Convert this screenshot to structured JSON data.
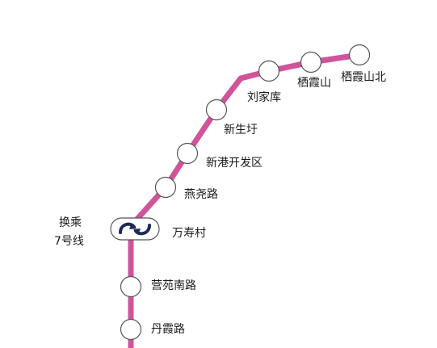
{
  "line": {
    "color": "#d0549a"
  },
  "transfer": {
    "line1": "换乘",
    "line2": "7号线",
    "icon": "transfer-arrows-icon",
    "icon_color": "#1c2a57"
  },
  "stations": [
    {
      "id": "qixiashanbei",
      "name": "栖霞山北"
    },
    {
      "id": "qixiashan",
      "name": "栖霞山"
    },
    {
      "id": "liujiaku",
      "name": "刘家库"
    },
    {
      "id": "xinshengyu",
      "name": "新生圩"
    },
    {
      "id": "xingangkaifaqu",
      "name": "新港开发区"
    },
    {
      "id": "yanyaolu",
      "name": "燕尧路"
    },
    {
      "id": "wanshoucun",
      "name": "万寿村"
    },
    {
      "id": "yingyuannanlu",
      "name": "营苑南路"
    },
    {
      "id": "danxialu",
      "name": "丹霞路"
    }
  ]
}
